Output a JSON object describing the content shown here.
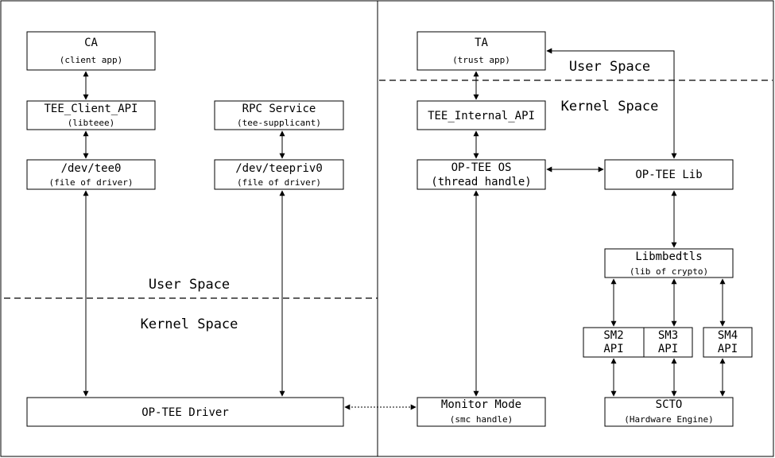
{
  "left": {
    "ca": {
      "title": "CA",
      "sub": "(client app)"
    },
    "client_api": {
      "title": "TEE_Client_API",
      "sub": "(libteee)"
    },
    "rpc": {
      "title": "RPC Service",
      "sub": "(tee-supplicant)"
    },
    "dev_tee0": {
      "title": "/dev/tee0",
      "sub": "(file of driver)"
    },
    "dev_teepriv0": {
      "title": "/dev/teepriv0",
      "sub": "(file of driver)"
    },
    "user_space": "User Space",
    "kernel_space": "Kernel Space",
    "driver": {
      "title": "OP-TEE Driver"
    }
  },
  "right": {
    "ta": {
      "title": "TA",
      "sub": "(trust app)"
    },
    "user_space": "User Space",
    "kernel_space": "Kernel Space",
    "internal_api": {
      "title": "TEE_Internal_API"
    },
    "os": {
      "title": "OP-TEE OS",
      "sub": "(thread handle)"
    },
    "lib": {
      "title": "OP-TEE Lib"
    },
    "mbedtls": {
      "title": "Libmbedtls",
      "sub": "(lib of crypto)"
    },
    "sm2": {
      "line1": "SM2",
      "line2": "API"
    },
    "sm3": {
      "line1": "SM3",
      "line2": "API"
    },
    "sm4": {
      "line1": "SM4",
      "line2": "API"
    },
    "monitor": {
      "title": "Monitor Mode",
      "sub": "(smc handle)"
    },
    "scto": {
      "title": "SCTO",
      "sub": "(Hardware Engine)"
    }
  }
}
